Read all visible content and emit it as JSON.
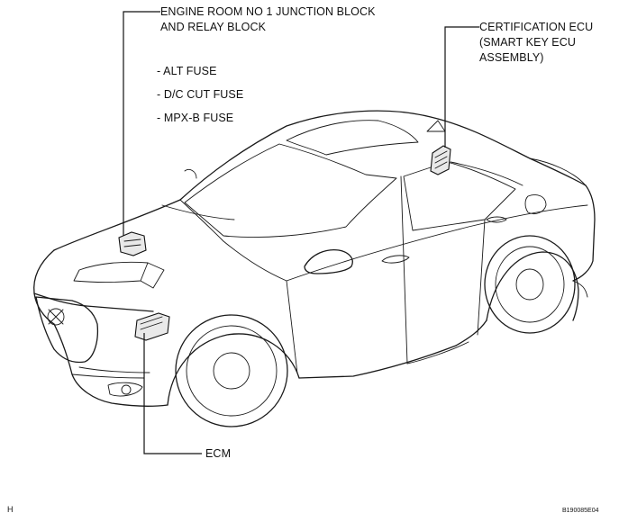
{
  "labels": {
    "junction_block": [
      "ENGINE ROOM NO  1 JUNCTION BLOCK",
      "AND RELAY BLOCK"
    ],
    "fuses": [
      "- ALT FUSE",
      "- D/C CUT FUSE",
      "- MPX-B FUSE"
    ],
    "certification_ecu": [
      "CERTIFICATION ECU",
      "(SMART KEY ECU",
      "ASSEMBLY)"
    ],
    "ecm": "ECM"
  },
  "corner_left": "H",
  "corner_right": "B190085E04",
  "colors": {
    "line": "#1a1a1a",
    "part_fill": "#e9e9e9",
    "background": "#ffffff"
  }
}
